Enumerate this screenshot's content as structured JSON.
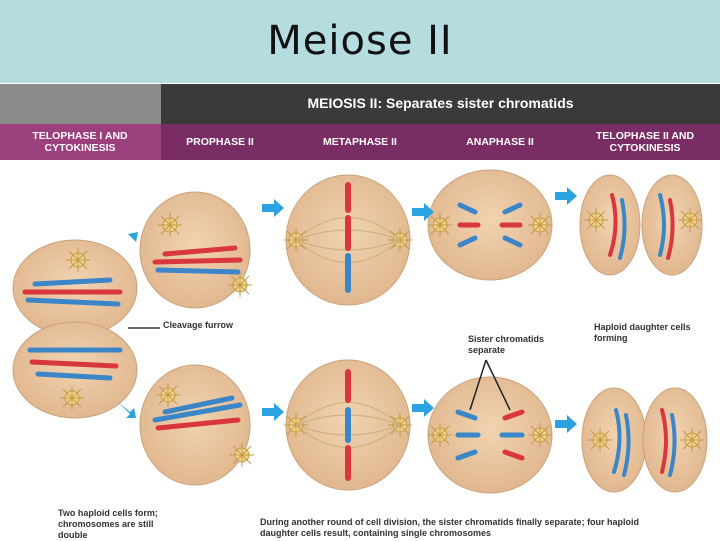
{
  "title": "Meiose II",
  "header": {
    "main": "MEIOSIS II: Separates sister chromatids"
  },
  "stages": [
    {
      "label": "TELOPHASE I AND CYTOKINESIS"
    },
    {
      "label": "PROPHASE II"
    },
    {
      "label": "METAPHASE II"
    },
    {
      "label": "ANAPHASE II"
    },
    {
      "label": "TELOPHASE II AND CYTOKINESIS"
    }
  ],
  "labels": {
    "cleavage": "Cleavage furrow",
    "sister": "Sister chromatids separate",
    "haploid": "Haploid daughter cells forming",
    "two_cells": "Two haploid cells form; chromosomes are still double",
    "bottom": "During another round of cell division, the sister chromatids finally separate; four haploid daughter cells result, containing single chromosomes"
  },
  "colors": {
    "cell": "#e8c5a0",
    "cell_edge": "#c9a27c",
    "red": "#d9363e",
    "blue": "#3a86c8",
    "arrow": "#2aa3e0"
  }
}
